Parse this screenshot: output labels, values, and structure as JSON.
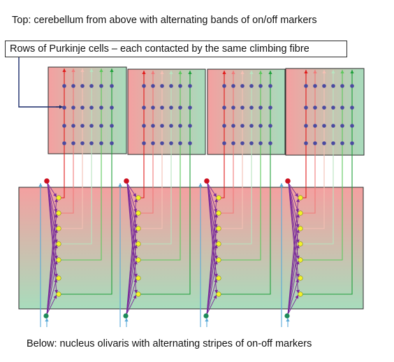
{
  "captions": {
    "top": "Top: cerebellum from above with alternating bands of on/off markers",
    "label": "Rows of Purkinje cells – each contacted by the same climbing fibre",
    "bottom": "Below: nucleus olivaris with alternating stripes of on-off markers"
  },
  "colors": {
    "band_red": "#f4a0a0",
    "band_green": "#a8dcbc",
    "fiber_colors": [
      "#e01b1b",
      "#f07a7a",
      "#f4c0b4",
      "#b8e4c0",
      "#5cc85c",
      "#1ea03a"
    ],
    "purkinje_dot": "#4a4aa0",
    "olive_red_dot": "#cc1020",
    "relay_dot": "#f2f22a",
    "olive_green_dot": "#1e8a5a",
    "collateral": "#7a2a9a",
    "input_arrow": "#5aaad8",
    "label_pointer": "#1a2a6a"
  }
}
